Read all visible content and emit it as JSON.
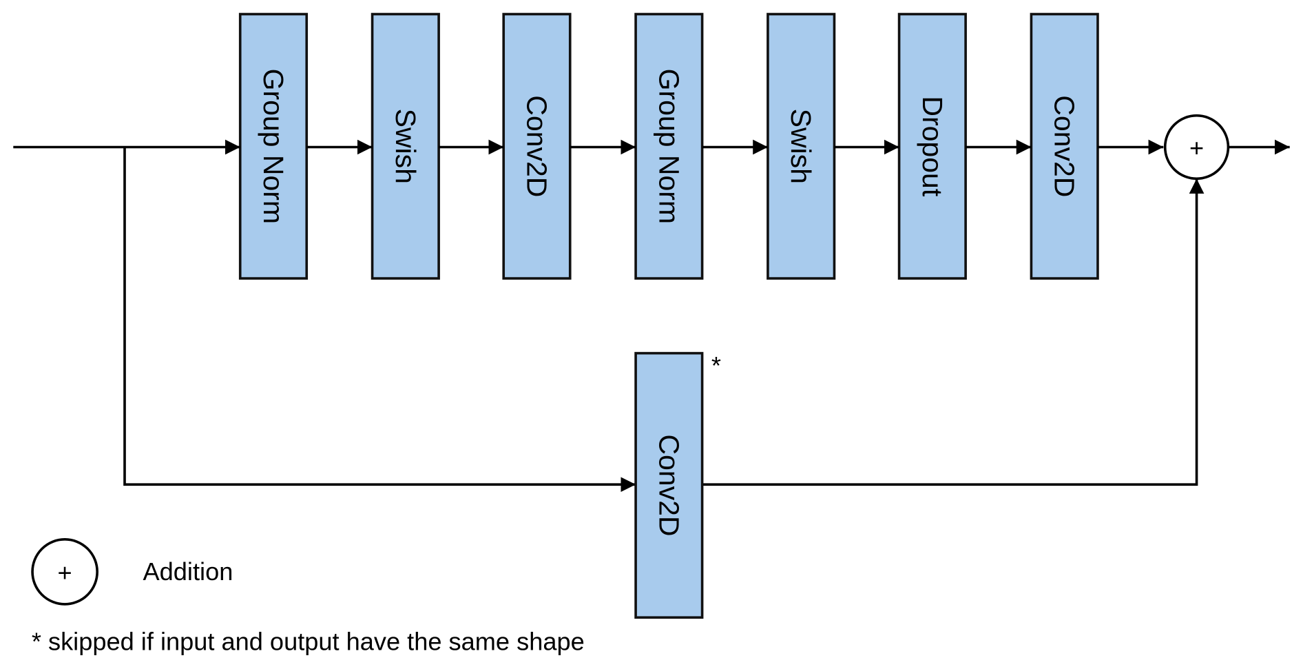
{
  "main_path": [
    {
      "label": "Group Norm"
    },
    {
      "label": "Swish"
    },
    {
      "label": "Conv2D"
    },
    {
      "label": "Group Norm"
    },
    {
      "label": "Swish"
    },
    {
      "label": "Dropout"
    },
    {
      "label": "Conv2D"
    }
  ],
  "skip_path": {
    "label": "Conv2D",
    "marker": "*"
  },
  "add_symbol": "+",
  "legend": {
    "symbol": "+",
    "label": "Addition"
  },
  "footnote": "* skipped if input and output have the same shape",
  "colors": {
    "box_fill": "#a8cbed",
    "stroke": "#111111"
  }
}
